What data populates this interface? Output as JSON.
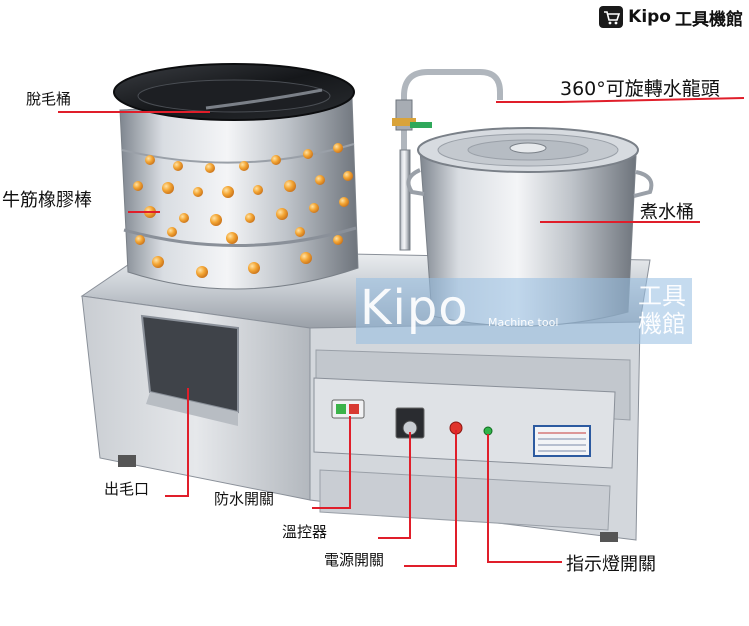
{
  "brand": {
    "name": "Kipo",
    "name_cn": "工具機館",
    "icon": "cart-icon"
  },
  "watermark": {
    "logo": "Kipo",
    "subtitle": "Machine tool",
    "cn_line1": "工具",
    "cn_line2": "機館"
  },
  "callouts": {
    "plucking_drum": "脫毛桶",
    "rubber_fingers": "牛筋橡膠棒",
    "swivel_faucet": "360°可旋轉水龍頭",
    "boiling_pot": "煮水桶",
    "feather_outlet": "出毛口",
    "waterproof_switch": "防水開關",
    "thermostat": "溫控器",
    "power_switch": "電源開關",
    "indicator_switch": "指示燈開關"
  },
  "colors": {
    "callout_line": "#e01e2a",
    "steel_light": "#e8eaed",
    "steel_dark": "#8a9099",
    "finger_orange": "#f2a233",
    "watermark_blue": "#8fb8dc"
  }
}
